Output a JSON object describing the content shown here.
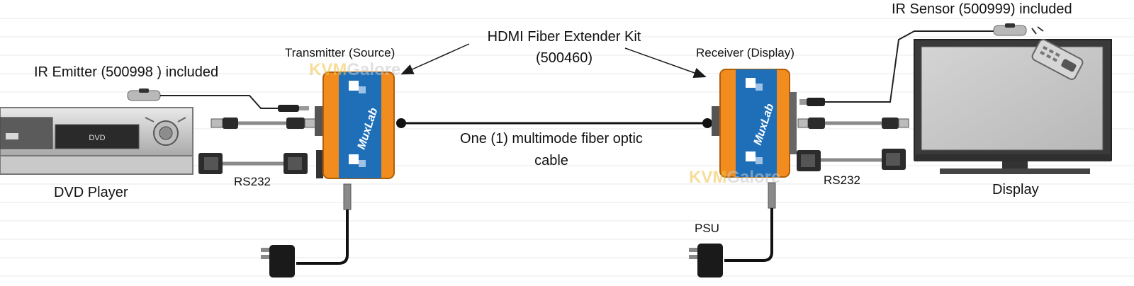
{
  "labels": {
    "ir_emitter": "IR Emitter (500998 ) included",
    "ir_sensor": "IR Sensor (500999) included",
    "transmitter": "Transmitter (Source)",
    "receiver": "Receiver (Display)",
    "kit_name": "HDMI Fiber Extender  Kit",
    "kit_number": "(500460)",
    "fiber_line1": "One (1) multimode fiber optic",
    "fiber_line2": "cable",
    "rs232_left": "RS232",
    "rs232_right": "RS232",
    "dvd_player": "DVD Player",
    "display": "Display",
    "psu": "PSU"
  },
  "device": {
    "brand": "MuxLab",
    "dvd_display_text": "DVD"
  },
  "watermark": {
    "part1": "KVM",
    "part2": "Galore"
  },
  "colors": {
    "box_orange": "#f28c1e",
    "box_blue": "#1f6fb8",
    "cable_gray": "#8a8a8a",
    "dark": "#1a1a1a",
    "screen_bg": "#c6c6c6",
    "rule": "#e6e6e6"
  }
}
